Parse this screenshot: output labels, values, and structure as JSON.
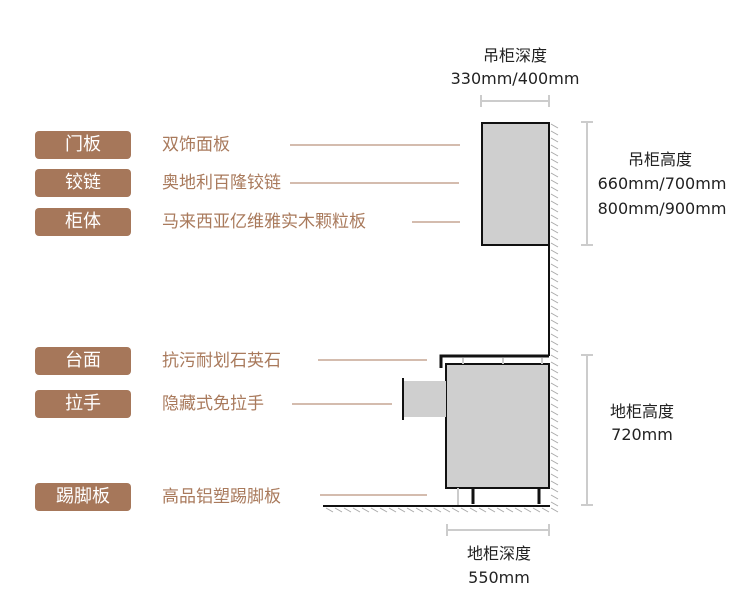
{
  "labels": [
    {
      "tag": "门板",
      "desc": "双饰面板"
    },
    {
      "tag": "铰链",
      "desc": "奥地利百隆铰链"
    },
    {
      "tag": "柜体",
      "desc": "马来西亚亿维雅实木颗粒板"
    },
    {
      "tag": "台面",
      "desc": "抗污耐划石英石"
    },
    {
      "tag": "拉手",
      "desc": "隐藏式免拉手"
    },
    {
      "tag": "踢脚板",
      "desc": "高品铝塑踢脚板"
    }
  ],
  "dimensions": {
    "wall_depth": {
      "title": "吊柜深度",
      "value": "330mm/400mm"
    },
    "wall_height": {
      "title": "吊柜高度",
      "value1": "660mm/700mm",
      "value2": "800mm/900mm"
    },
    "base_height": {
      "title": "地柜高度",
      "value": "720mm"
    },
    "base_depth": {
      "title": "地柜深度",
      "value": "550mm"
    }
  },
  "colors": {
    "accent": "#a6775a",
    "cabinet": "#cfcfcf"
  }
}
